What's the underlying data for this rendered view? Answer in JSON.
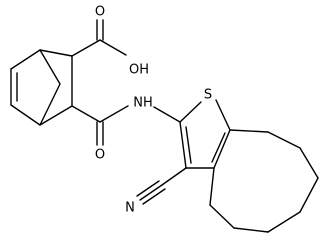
{
  "diagram": {
    "type": "chemical-structure",
    "atom_labels": {
      "carboxyl_oxygen": "O",
      "hydroxyl": "OH",
      "amide_oxygen": "O",
      "amide_nitrogen": "NH",
      "thiophene_sulfur": "S",
      "nitrile_nitrogen": "N"
    },
    "colors": {
      "bond": "#000000",
      "label": "#000000",
      "background": "#ffffff"
    }
  }
}
